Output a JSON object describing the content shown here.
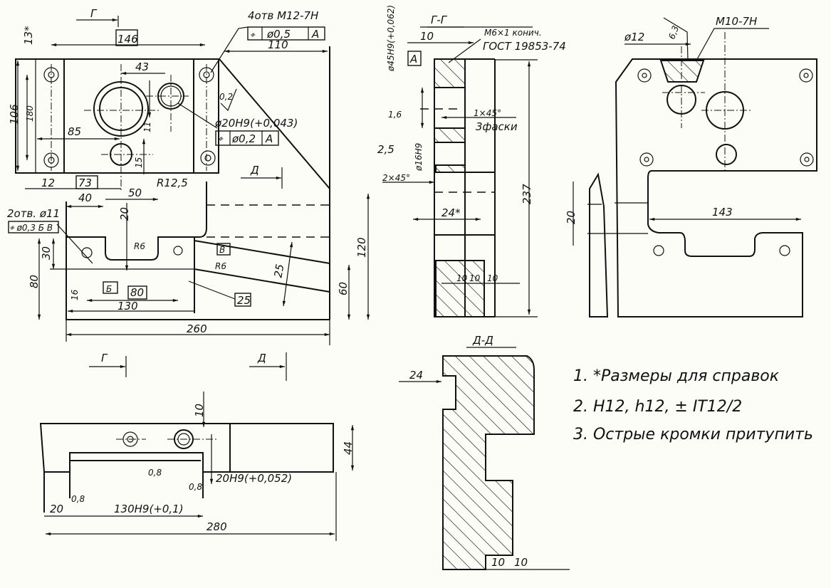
{
  "plan_view": {
    "dim_146": "146",
    "dim_13": "13*",
    "dim_106": "106",
    "dim_180": "180",
    "dim_43": "43",
    "dim_85": "85",
    "dim_11": "11",
    "dim_15": "15",
    "dim_12": "12",
    "dim_73": "73",
    "radius": "R12,5",
    "dim_110": "110",
    "thread_callout": "4отв M12-7H",
    "tol_frame_1": [
      "⌖",
      "ø0,5",
      "A"
    ],
    "roughness_02": "0,2",
    "hole_callout": "ø20H9(+0,043)",
    "tol_frame_2": [
      "⌖",
      "ø0,2",
      "A"
    ],
    "section_g": "Г",
    "section_d": "Д"
  },
  "front_view": {
    "dim_40": "40",
    "dim_50": "50",
    "dim_20": "20",
    "holes_callout": "2отв. ø11",
    "tol_frame_3": "⌖ ø0,3 Б В",
    "dim_30": "30",
    "dim_80": "80",
    "dim_16": "16",
    "r6_a": "R6",
    "r6_b": "R6",
    "datum_b": "Б",
    "datum_v": "В",
    "dim_80b": "80",
    "dim_130": "130",
    "dim_25_box": "25",
    "dim_25": "25",
    "dim_60": "60",
    "dim_120": "120",
    "dim_260": "260",
    "section_g": "Г",
    "section_d": "Д"
  },
  "section_gg": {
    "title": "Г-Г",
    "dim_10": "10",
    "thread_note_1": "M6×1 конич.",
    "thread_note_2": "ГОСТ 19853-74",
    "bore": "ø45H9(+0,062)",
    "datum_a": "A",
    "roughness_16": "1,6",
    "chamfer_1": "1×45°",
    "chamfer_2": "3фаски",
    "roughness_25": "2,5",
    "bore_16": "ø16H9",
    "chamfer_3": "2×45°",
    "dim_24": "24*",
    "dim_10a": "10",
    "dim_10b": "10",
    "dim_10c": "10",
    "dim_237": "237"
  },
  "side_view": {
    "dia_12": "ø12",
    "roughness_63": "6,3",
    "thread": "M10-7H",
    "dim_20": "20",
    "dim_143": "143"
  },
  "section_dd": {
    "title": "Д-Д",
    "dim_24": "24",
    "dim_10a": "10",
    "dim_10b": "10"
  },
  "bottom_view": {
    "dim_10": "10",
    "dim_44": "44",
    "roughness_a": "0,8",
    "roughness_b": "0,8",
    "roughness_c": "0,8",
    "slot_20": "20H9(+0,052)",
    "dim_20": "20",
    "slot_130": "130H9(+0,1)",
    "dim_280": "280"
  },
  "notes": [
    "1. *Размеры для справок",
    "2. H12, h12, ± IT12/2",
    "3. Острые кромки притупить"
  ]
}
